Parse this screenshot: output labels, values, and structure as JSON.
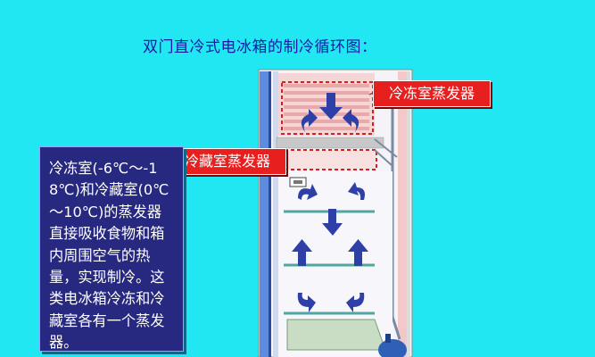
{
  "title": "双门直冷式电冰箱的制冷循环图：",
  "labels": {
    "freezer_evaporator": "冷冻室蒸发器",
    "fridge_evaporator": "冷藏室蒸发器"
  },
  "description": "冷冻室(-6℃～-18℃)和冷藏室(0℃～10℃)的蒸发器直接吸收食物和箱内周围空气的热量，实现制冷。这类电冰箱冷冻和冷藏室各有一个蒸发器。",
  "colors": {
    "background": "#21E7F2",
    "label_fill": "#E81F1F",
    "text_box": "#27287F",
    "arrow": "#2E3FA8"
  }
}
